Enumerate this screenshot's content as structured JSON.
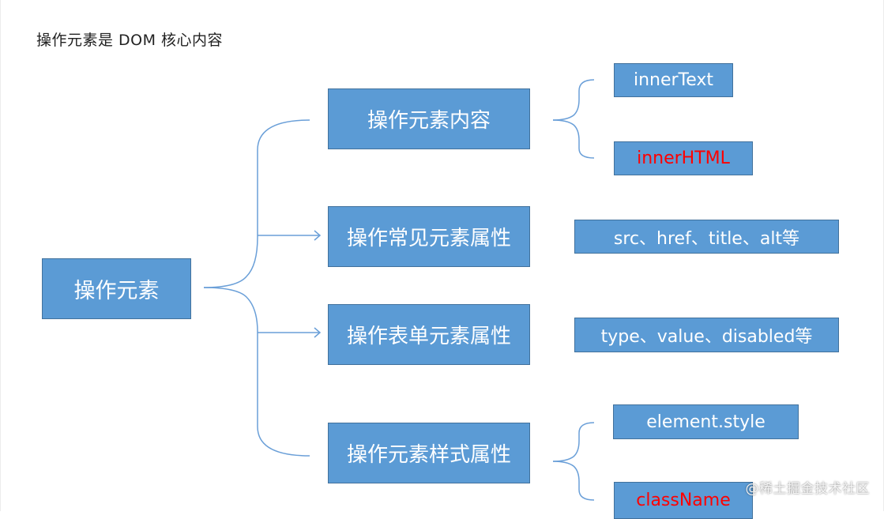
{
  "title": "操作元素是 DOM 核心内容",
  "root": {
    "label": "操作元素"
  },
  "branches": [
    {
      "label": "操作元素内容",
      "items": [
        {
          "label": "innerText",
          "highlight": false
        },
        {
          "label": "innerHTML",
          "highlight": true
        }
      ]
    },
    {
      "label": "操作常见元素属性",
      "items": [
        {
          "label": "src、href、title、alt等",
          "highlight": false
        }
      ]
    },
    {
      "label": "操作表单元素属性",
      "items": [
        {
          "label": "type、value、disabled等",
          "highlight": false
        }
      ]
    },
    {
      "label": "操作元素样式属性",
      "items": [
        {
          "label": "element.style",
          "highlight": false
        },
        {
          "label": "className",
          "highlight": true
        }
      ]
    }
  ],
  "watermark": "@稀土掘金技术社区",
  "colors": {
    "box_fill": "#5b9bd5",
    "box_border": "#41719c",
    "box_text": "#ffffff",
    "highlight_text": "#ff0000",
    "connector": "#6a9fd8"
  }
}
